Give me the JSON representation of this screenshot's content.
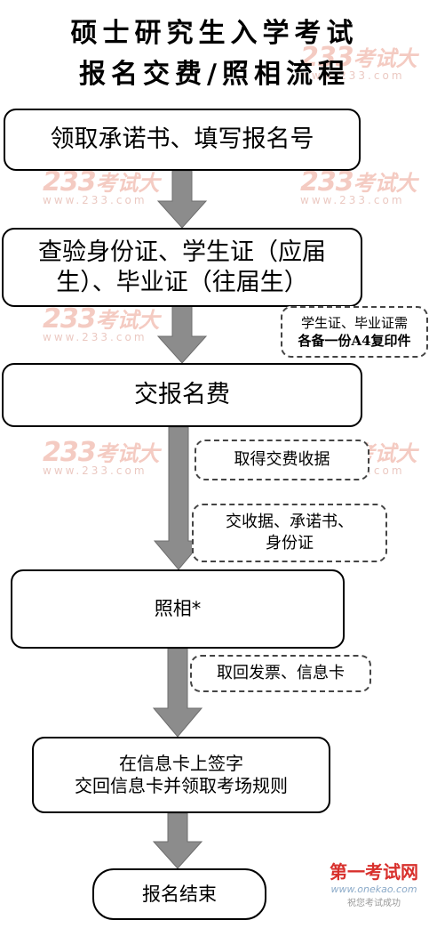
{
  "title": {
    "line1": "硕士研究生入学考试",
    "line2": "报名交费/照相流程"
  },
  "steps": [
    {
      "label": "领取承诺书、填写报名号"
    },
    {
      "label": "查验身份证、学生证（应届生）、毕业证（往届生）"
    },
    {
      "label": "交报名费"
    },
    {
      "label": "照相*"
    },
    {
      "label_line1": "在信息卡上签字",
      "label_line2": "交回信息卡并领取考场规则"
    },
    {
      "label": "报名结束"
    }
  ],
  "notes": [
    {
      "line1": "学生证、毕业证需",
      "line2": "各备一份A4复印件"
    },
    {
      "line1": "取得交费收据"
    },
    {
      "line1": "交收据、承诺书、",
      "line2": "身份证"
    },
    {
      "line1": "取回发票、信息卡"
    }
  ],
  "watermark": {
    "brand_num": "233",
    "brand_cn": "考试大",
    "url": "www.233.com"
  },
  "corner_logo": {
    "name": "第一考试网",
    "site": "www.onekao.com",
    "slogan": "祝您考试成功"
  },
  "colors": {
    "arrow": "#8c8c8c",
    "arrow_stroke": "#6e6e6e",
    "watermark": "#f3c2b8",
    "logo_red": "#d8302c"
  }
}
